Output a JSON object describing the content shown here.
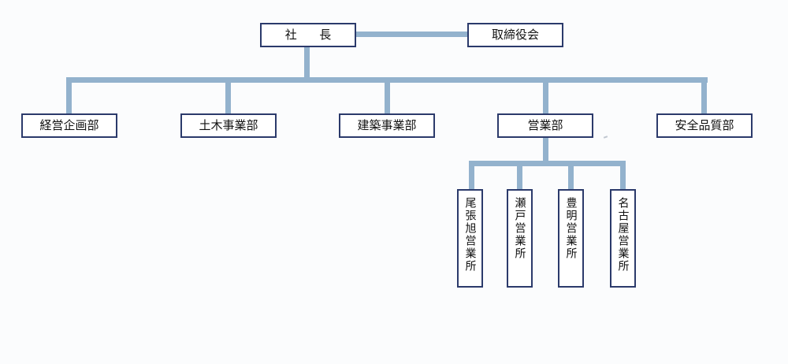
{
  "org_chart": {
    "president": "社　長",
    "board": "取締役会",
    "departments": [
      {
        "id": "planning",
        "label": "経営企画部"
      },
      {
        "id": "civil",
        "label": "土木事業部"
      },
      {
        "id": "construction",
        "label": "建築事業部"
      },
      {
        "id": "sales",
        "label": "営業部"
      },
      {
        "id": "quality",
        "label": "安全品質部"
      }
    ],
    "sales_offices": [
      {
        "id": "owari-asahi",
        "label": "尾張旭営業所"
      },
      {
        "id": "seto",
        "label": "瀬戸営業所"
      },
      {
        "id": "toyoake",
        "label": "豊明営業所"
      },
      {
        "id": "nagoya",
        "label": "名古屋営業所"
      }
    ]
  },
  "colors": {
    "connector": "#93b2cd",
    "box_border": "#2b3a6b",
    "box_fill": "#ffffff",
    "text": "#111111",
    "background": "#fbfcfd"
  }
}
